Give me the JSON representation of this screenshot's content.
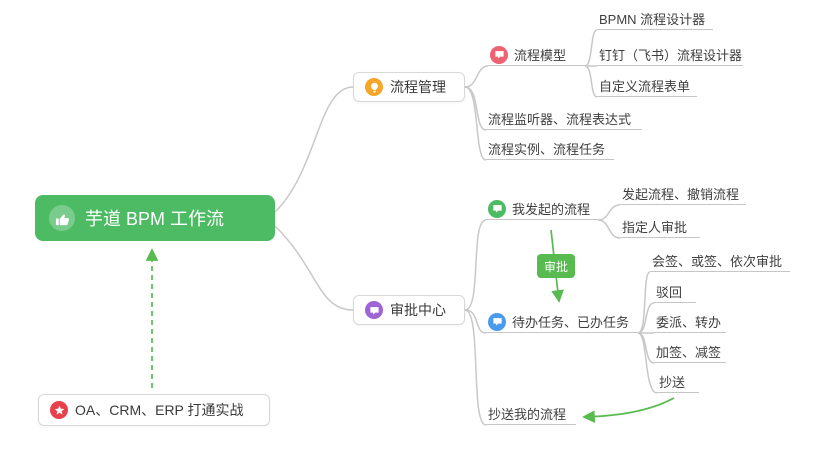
{
  "root": {
    "label": "芋道 BPM 工作流"
  },
  "process_mgmt": {
    "label": "流程管理",
    "model": {
      "label": "流程模型"
    },
    "bpmn_designer": {
      "label": "BPMN 流程设计器"
    },
    "dingtalk_designer": {
      "label": "钉钉（飞书）流程设计器"
    },
    "custom_form": {
      "label": "自定义流程表单"
    },
    "listener_expression": {
      "label": "流程监听器、流程表达式"
    },
    "instance_task": {
      "label": "流程实例、流程任务"
    }
  },
  "approval_center": {
    "label": "审批中心",
    "my_initiated": {
      "label": "我发起的流程"
    },
    "initiate_cancel": {
      "label": "发起流程、撤销流程"
    },
    "assignee_approval": {
      "label": "指定人审批"
    },
    "approve_tag": {
      "label": "审批"
    },
    "todo_done": {
      "label": "待办任务、已办任务"
    },
    "countersign": {
      "label": "会签、或签、依次审批"
    },
    "reject": {
      "label": "驳回"
    },
    "delegate_transfer": {
      "label": "委派、转办"
    },
    "add_reduce_sign": {
      "label": "加签、减签"
    },
    "cc": {
      "label": "抄送"
    },
    "cc_my_process": {
      "label": "抄送我的流程"
    }
  },
  "note": {
    "label": "OA、CRM、ERP 打通实战"
  },
  "colors": {
    "root_bg": "#4dbb64",
    "badge_orange": "#f5a629",
    "badge_pink": "#ee6272",
    "badge_purple": "#9d64d6",
    "badge_green": "#4dbb64",
    "badge_blue": "#4a9bee",
    "badge_red": "#e8414b",
    "arrow_green": "#57bb4f",
    "connector_gray": "#c8c8c8"
  }
}
